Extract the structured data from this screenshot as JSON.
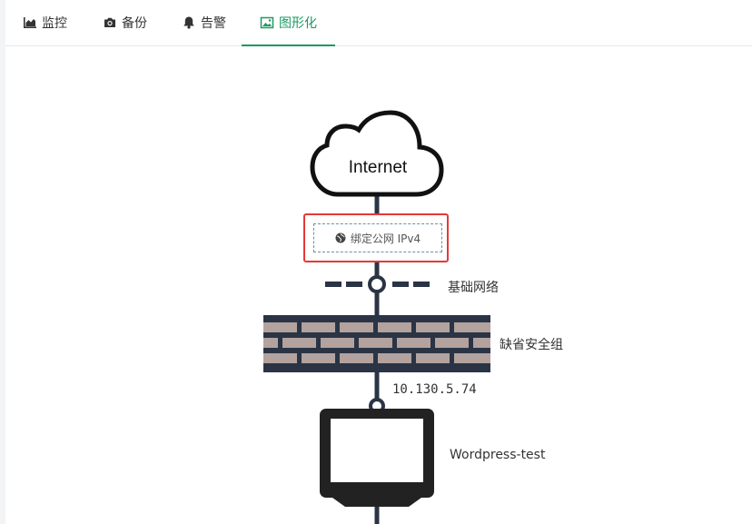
{
  "tabs": [
    {
      "label": "监控",
      "icon": "area-chart-icon"
    },
    {
      "label": "备份",
      "icon": "camera-icon"
    },
    {
      "label": "告警",
      "icon": "bell-icon"
    },
    {
      "label": "图形化",
      "icon": "image-icon",
      "active": true
    }
  ],
  "topology": {
    "internet_label": "Internet",
    "bind_ipv4_label": "绑定公网 IPv4",
    "network_label": "基础网络",
    "security_group_label": "缺省安全组",
    "private_ip": "10.130.5.74",
    "instance_name": "Wordpress-test"
  },
  "colors": {
    "accent": "#1c9a63",
    "line": "#2a3445",
    "brick": "#b3a29e",
    "highlight": "#e53935"
  }
}
